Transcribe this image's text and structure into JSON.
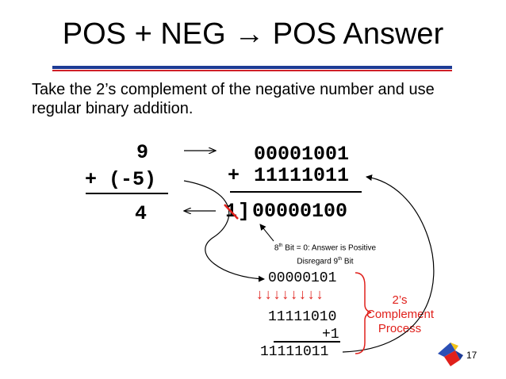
{
  "slide": {
    "title": "POS + NEG → POS Answer",
    "subtitle": "Take the 2’s complement of the negative number and use regular binary addition.",
    "page_number": "17"
  },
  "decimal": {
    "top": "9",
    "bottom": "+ (-5)",
    "result": "4"
  },
  "binary": {
    "top": "00001001",
    "plus": "+",
    "bottom": "11111011",
    "carry": "1",
    "carry_bracket": "]",
    "result": "00000100"
  },
  "note": {
    "line1_pre": "8",
    "line1_sup": "th",
    "line1_post": " Bit = 0: Answer is Positive",
    "line2_pre": "Disregard 9",
    "line2_sup": "th",
    "line2_post": " Bit"
  },
  "complement": {
    "original": "00000101",
    "arrows": "↓↓↓↓↓↓↓↓",
    "inverted": "11111010",
    "plus_one": "+1",
    "result": "11111011",
    "label": "2’s Complement Process"
  },
  "colors": {
    "red": "#e0201b",
    "blue_rule": "#1d3b95",
    "red_rule": "#d02028"
  }
}
